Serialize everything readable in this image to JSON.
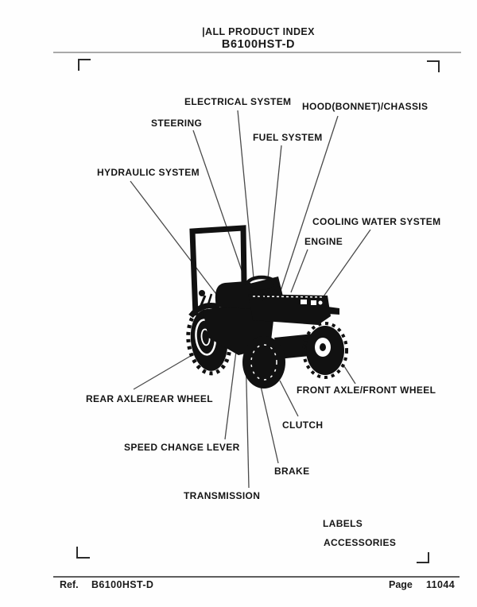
{
  "header": {
    "line1": "|ALL PRODUCT INDEX",
    "line2": "B6100HST-D"
  },
  "footer": {
    "ref_label": "Ref.",
    "ref_value": "B6100HST-D",
    "page_label": "Page",
    "page_value": "11044"
  },
  "diagram": {
    "subject": "tractor-line-art",
    "callouts": [
      {
        "label": "ELECTRICAL SYSTEM"
      },
      {
        "label": "HOOD(BONNET)/CHASSIS"
      },
      {
        "label": "STEERING"
      },
      {
        "label": "FUEL SYSTEM"
      },
      {
        "label": "HYDRAULIC SYSTEM"
      },
      {
        "label": "COOLING WATER SYSTEM"
      },
      {
        "label": "ENGINE"
      },
      {
        "label": "REAR AXLE/REAR WHEEL"
      },
      {
        "label": "FRONT AXLE/FRONT WHEEL"
      },
      {
        "label": "CLUTCH"
      },
      {
        "label": "SPEED CHANGE LEVER"
      },
      {
        "label": "BRAKE"
      },
      {
        "label": "TRANSMISSION"
      },
      {
        "label": "LABELS"
      },
      {
        "label": "ACCESSORIES"
      }
    ]
  },
  "colors": {
    "ink": "#111111",
    "leader_line": "#4a4a4a",
    "rule_top": "#a9a9a9",
    "rule_bottom": "#5e5e5e"
  }
}
